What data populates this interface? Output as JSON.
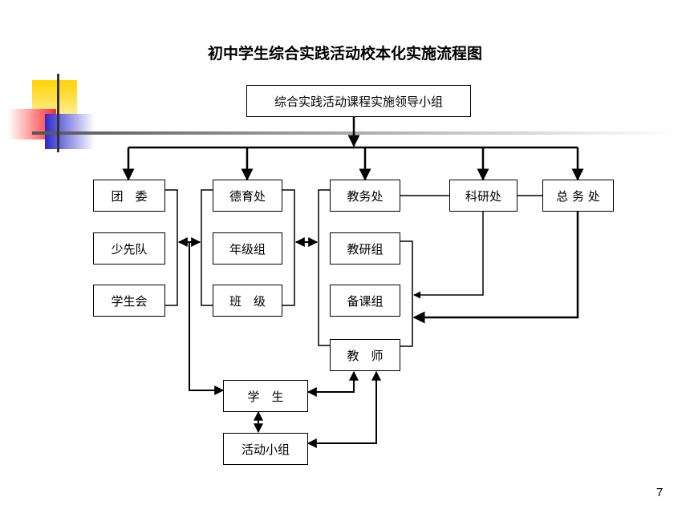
{
  "title": "初中学生综合实践活动校本化实施流程图",
  "page_number": "7",
  "nodes": {
    "leading_group": "综合实践活动课程实施领导小组",
    "youth_league": "团　委",
    "young_pioneers": "少先队",
    "student_union": "学生会",
    "moral_office": "德育处",
    "grade_group": "年级组",
    "class": "班　级",
    "academic_office": "教务处",
    "research_group": "教研组",
    "lesson_group": "备课组",
    "teachers": "教　师",
    "research_office": "科研处",
    "general_office": "总 务 处",
    "students": "学　生",
    "activity_group": "活动小组"
  },
  "colors": {
    "deco_yellow": "#ffd700",
    "deco_red": "#ff3333",
    "deco_blue": "#3333cc",
    "line": "#000000"
  }
}
